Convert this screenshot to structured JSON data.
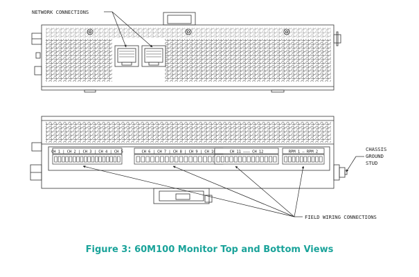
{
  "labels": {
    "network": "NETWORK CONNECTIONS",
    "chassis": [
      "CHASSIS",
      "GROUND",
      "STUD"
    ],
    "field": "FIELD WIRING CONNECTIONS"
  },
  "terminal_blocks": [
    {
      "label": "CH 1 | CH 2 | CH 3 | CH 4 | CH 5",
      "pins": 18
    },
    {
      "label": "CH 6 | CH 7 | CH 8 | CH 9 | CH 10",
      "pins": 18
    },
    {
      "label": "CH 11 ——— CH 12",
      "pins": 14
    },
    {
      "label": "RPM 1 — RPM 2",
      "pins": 10
    }
  ],
  "caption": "Figure 3:  60M100 Monitor Top and Bottom Views",
  "colors": {
    "caption": "#1aa39a",
    "line": "#333333"
  }
}
